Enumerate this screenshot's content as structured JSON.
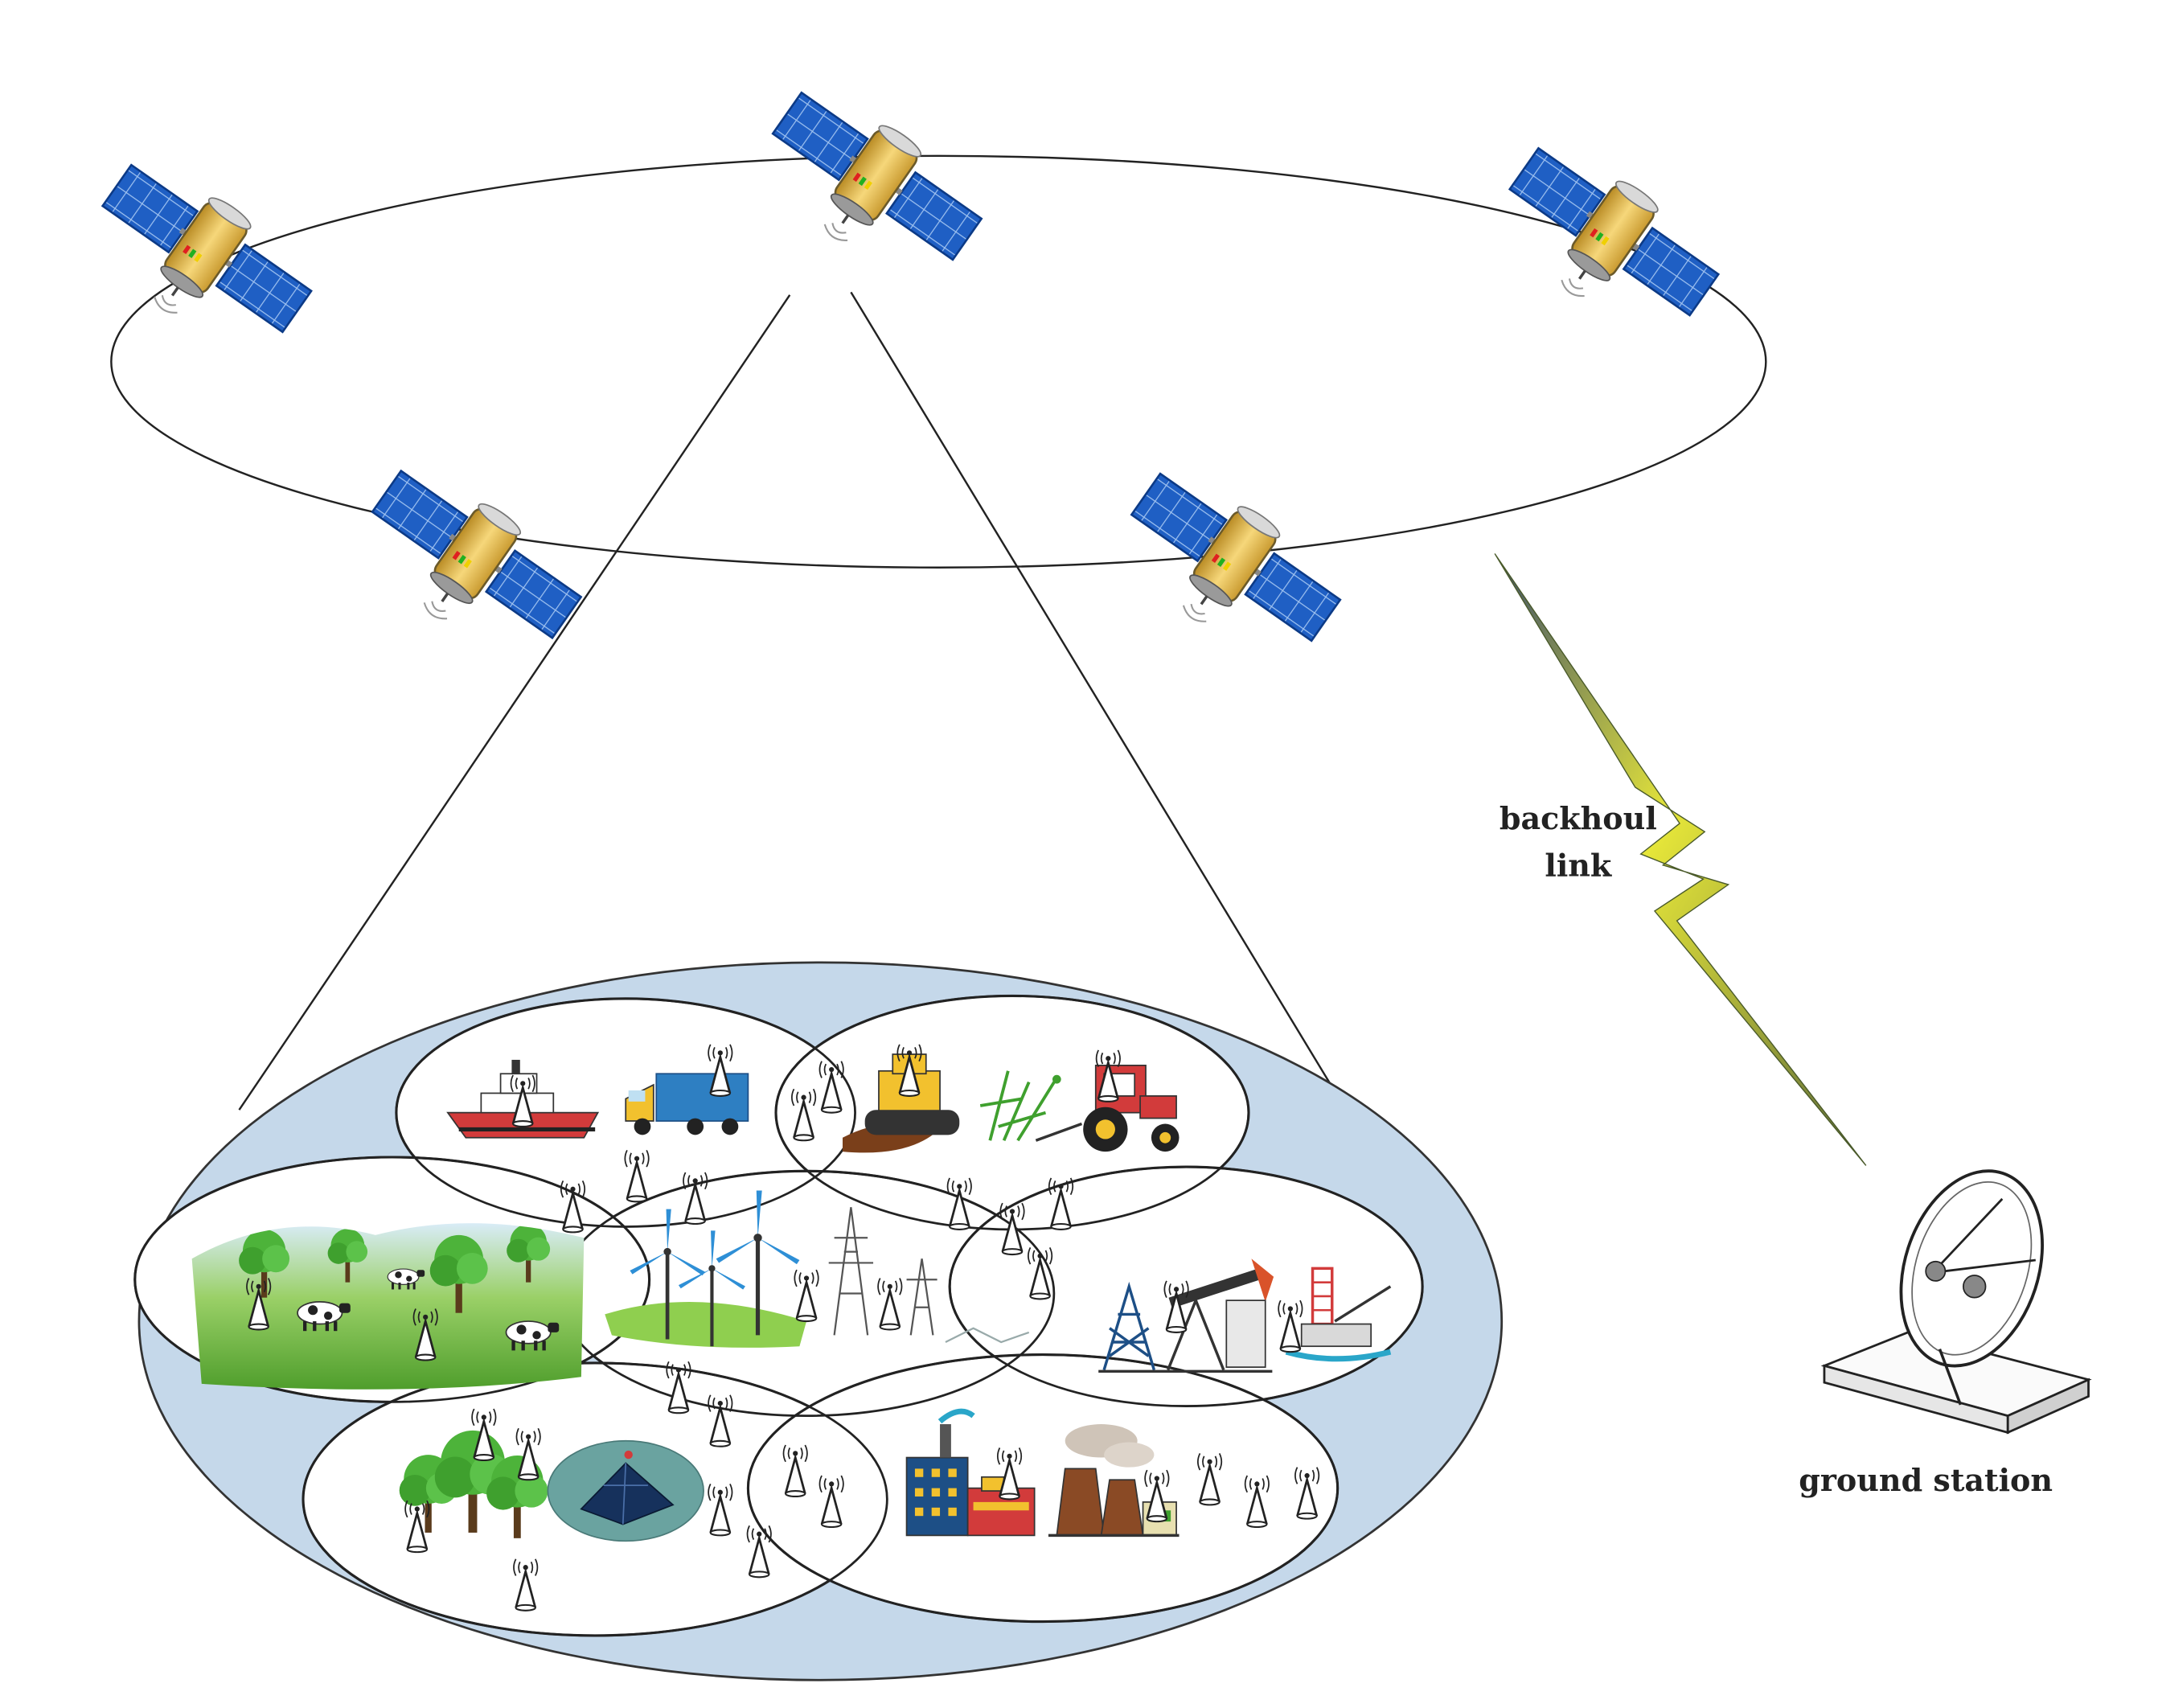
{
  "labels": {
    "backhaul_line1": "backhoul",
    "backhaul_line2": "link",
    "ground_station": "ground station"
  },
  "colors": {
    "panel_blue": "#1f5fc4",
    "panel_grid": "#9fc2f0",
    "satellite_body": "#e9b94a",
    "coverage_fill": "#c5d8ea",
    "lightning": "#e8e83a",
    "grass": "#7cc13f"
  },
  "icons": [
    "satellite-icon",
    "ship-icon",
    "truck-icon",
    "bulldozer-icon",
    "crop-icon",
    "tractor-icon",
    "pasture-with-cows-icon",
    "wind-turbine-icon",
    "power-pylon-icon",
    "oil-derrick-icon",
    "pumpjack-icon",
    "offshore-rig-icon",
    "tree-icon",
    "solar-device-icon",
    "factory-icon",
    "power-plant-icon",
    "cell-tower-icon",
    "satellite-dish-icon",
    "lightning-icon"
  ]
}
